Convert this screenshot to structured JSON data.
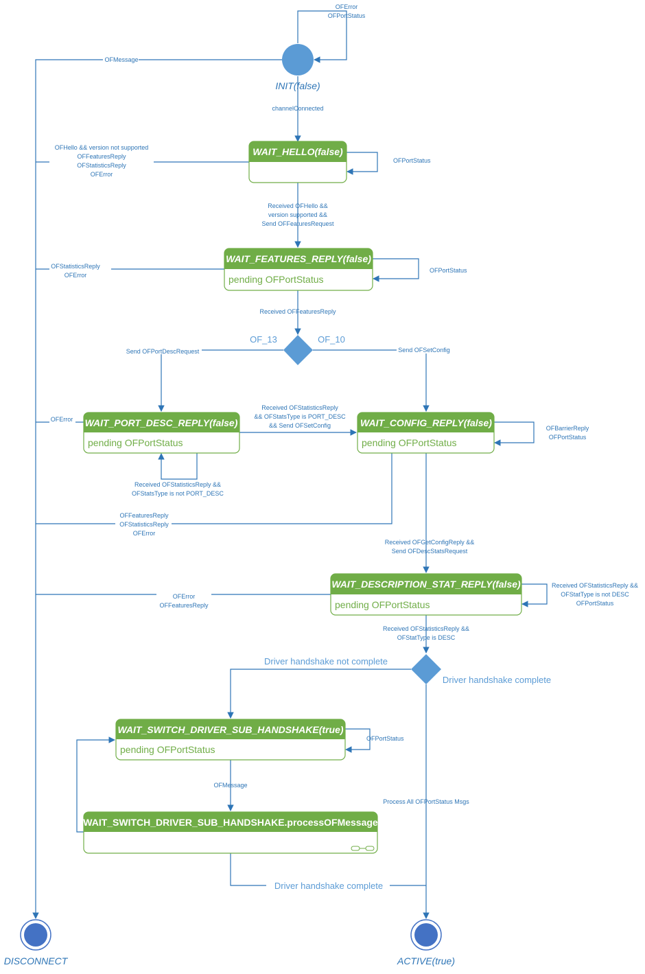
{
  "colors": {
    "state_header": "#70ad47",
    "state_text": "#70ad47",
    "arrow": "#2e75b6",
    "node": "#5b9bd5",
    "final_node": "#4472c4"
  },
  "terminals": {
    "init": "INIT(false)",
    "disconnect": "DISCONNECT",
    "active": "ACTIVE(true)"
  },
  "states": {
    "wait_hello": {
      "title": "WAIT_HELLO(false)",
      "body": ""
    },
    "wait_features_reply": {
      "title": "WAIT_FEATURES_REPLY(false)",
      "body": "pending OFPortStatus"
    },
    "wait_port_desc_reply": {
      "title": "WAIT_PORT_DESC_REPLY(false)",
      "body": "pending OFPortStatus"
    },
    "wait_config_reply": {
      "title": "WAIT_CONFIG_REPLY(false)",
      "body": "pending OFPortStatus"
    },
    "wait_description_stat_reply": {
      "title": "WAIT_DESCRIPTION_STAT_REPLY(false)",
      "body": "pending OFPortStatus"
    },
    "wait_switch_driver_sub_handshake": {
      "title": "WAIT_SWITCH_DRIVER_SUB_HANDSHAKE(true)",
      "body": "pending OFPortStatus"
    },
    "process_of_message": {
      "title": "WAIT_SWITCH_DRIVER_SUB_HANDSHAKE.processOFMessage",
      "body": ""
    }
  },
  "labels": {
    "init_self_1": "OFError",
    "init_self_2": "OFPortStatus",
    "init_disconnect": "OFMessage",
    "channel_connected": "channelConnected",
    "hello_disc_1": "OFHello && version not supported",
    "hello_disc_2": "OFFeaturesReply",
    "hello_disc_3": "OFStatisticsReply",
    "hello_disc_4": "OFError",
    "hello_self": "OFPortStatus",
    "hello_next_1": "Received OFHello &&",
    "hello_next_2": "version supported &&",
    "hello_next_3": "Send OFFeaturesRequest",
    "feat_disc_1": "OFStatisticsReply",
    "feat_disc_2": "OFError",
    "feat_self": "OFPortStatus",
    "feat_next": "Received OFFeaturesReply",
    "of13": "OF_13",
    "of10": "OF_10",
    "send_port_desc": "Send OFPortDescRequest",
    "send_set_config": "Send OFSetConfig",
    "portdesc_disc": "OFError",
    "portdesc_next_1": "Received OFStatisticsReply",
    "portdesc_next_2": "&& OFStatsType is PORT_DESC",
    "portdesc_next_3": "&& Send OFSetConfig",
    "portdesc_self_1": "Received OFStatisticsReply &&",
    "portdesc_self_2": "OFStatsType is not PORT_DESC",
    "config_self_1": "OFBarrierReply",
    "config_self_2": "OFPortStatus",
    "config_disc_1": "OFFeaturesReply",
    "config_disc_2": "OFStatisticsReply",
    "config_disc_3": "OFError",
    "config_next_1": "Received OFGetConfigReply &&",
    "config_next_2": "Send OFDescStatsRequest",
    "desc_disc_1": "OFError",
    "desc_disc_2": "OFFeaturesReply",
    "desc_self_1": "Received OFStatisticsReply &&",
    "desc_self_2": "OFStatType is not DESC",
    "desc_self_3": "OFPortStatus",
    "desc_next_1": "Received OFStatisticsReply &&",
    "desc_next_2": "OFStatType is DESC",
    "driver_not_complete": "Driver handshake not complete",
    "driver_complete": "Driver handshake complete",
    "sub_self": "OFPortStatus",
    "of_message": "OFMessage",
    "process_all": "Process All OFPortStatus Msgs",
    "driver_complete_2": "Driver handshake complete"
  }
}
